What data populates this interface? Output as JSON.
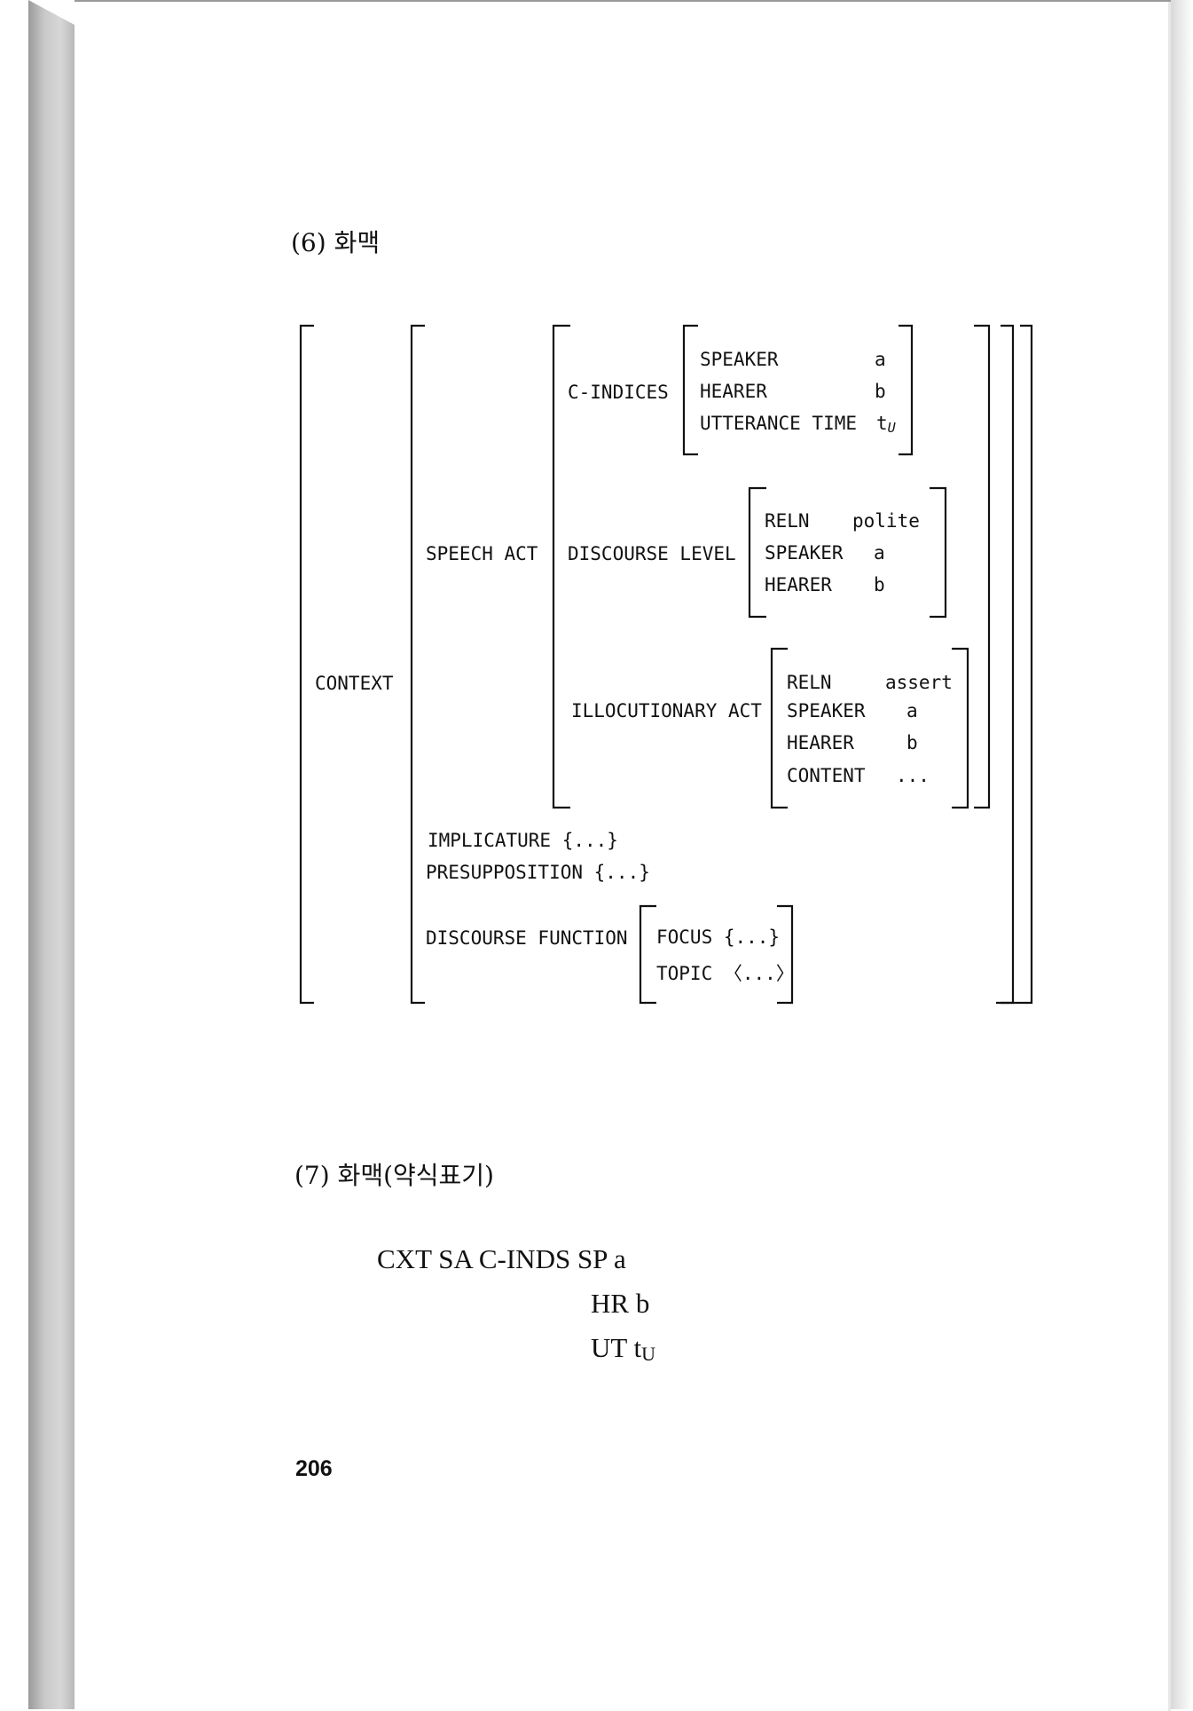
{
  "page": {
    "number": "206"
  },
  "example6": {
    "heading": "(6) 화맥",
    "avm": {
      "context": "CONTEXT",
      "speech_act": "SPEECH ACT",
      "c_indices": {
        "label": "C-INDICES",
        "rows": [
          {
            "attr": "SPEAKER",
            "val": "a"
          },
          {
            "attr": "HEARER",
            "val": "b"
          },
          {
            "attr": "UTTERANCE TIME",
            "val": "t",
            "val_sub": "U"
          }
        ]
      },
      "discourse_level": {
        "label": "DISCOURSE LEVEL",
        "rows": [
          {
            "attr": "RELN",
            "val": "polite"
          },
          {
            "attr": "SPEAKER",
            "val": "a"
          },
          {
            "attr": "HEARER",
            "val": "b"
          }
        ]
      },
      "illocutionary_act": {
        "label": "ILLOCUTIONARY ACT",
        "rows": [
          {
            "attr": "RELN",
            "val": "assert"
          },
          {
            "attr": "SPEAKER",
            "val": "a"
          },
          {
            "attr": "HEARER",
            "val": "b"
          },
          {
            "attr": "CONTENT",
            "val": "..."
          }
        ]
      },
      "implicature": "IMPLICATURE {...}",
      "presupposition": "PRESUPPOSITION {...}",
      "discourse_function": {
        "label": "DISCOURSE FUNCTION",
        "rows": [
          "FOCUS {...}",
          "TOPIC 〈...〉"
        ]
      }
    }
  },
  "example7": {
    "heading": "(7) 화맥(약식표기)",
    "line1": "CXT SA C-INDS SP a",
    "line2": "HR b",
    "line3_main": "UT t",
    "line3_sub": "U"
  }
}
